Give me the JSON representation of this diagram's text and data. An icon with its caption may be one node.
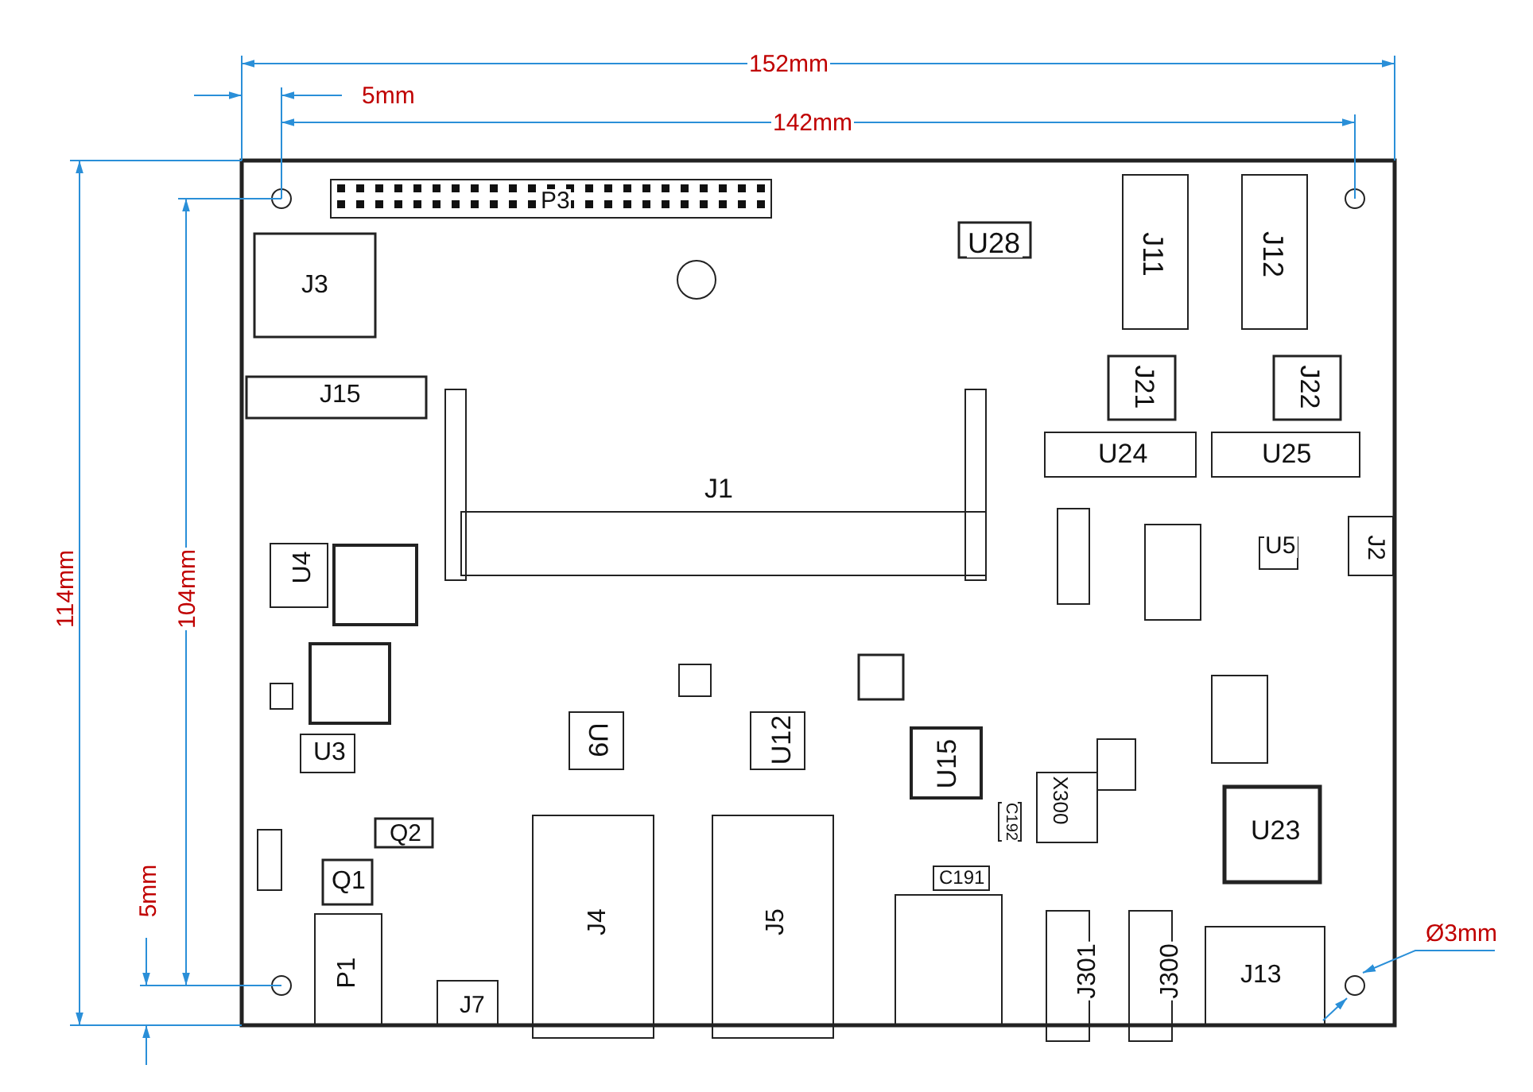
{
  "diagram": {
    "labels": [
      "152mm",
      "5mm",
      "142mm",
      "P3",
      "U28",
      "J11",
      "J12",
      "J3",
      "J21",
      "J22",
      "J15",
      "U24",
      "U25",
      "J1",
      "114mm",
      "104mm",
      "U4",
      "U5",
      "J2",
      "U3",
      "U9",
      "U12",
      "U15",
      "U23",
      "X300",
      "Q2",
      "Q1",
      "C192",
      "C191",
      "5mm",
      "J4",
      "J5",
      "Ø3mm",
      "P1",
      "J301",
      "J300",
      "J13",
      "J7"
    ]
  }
}
